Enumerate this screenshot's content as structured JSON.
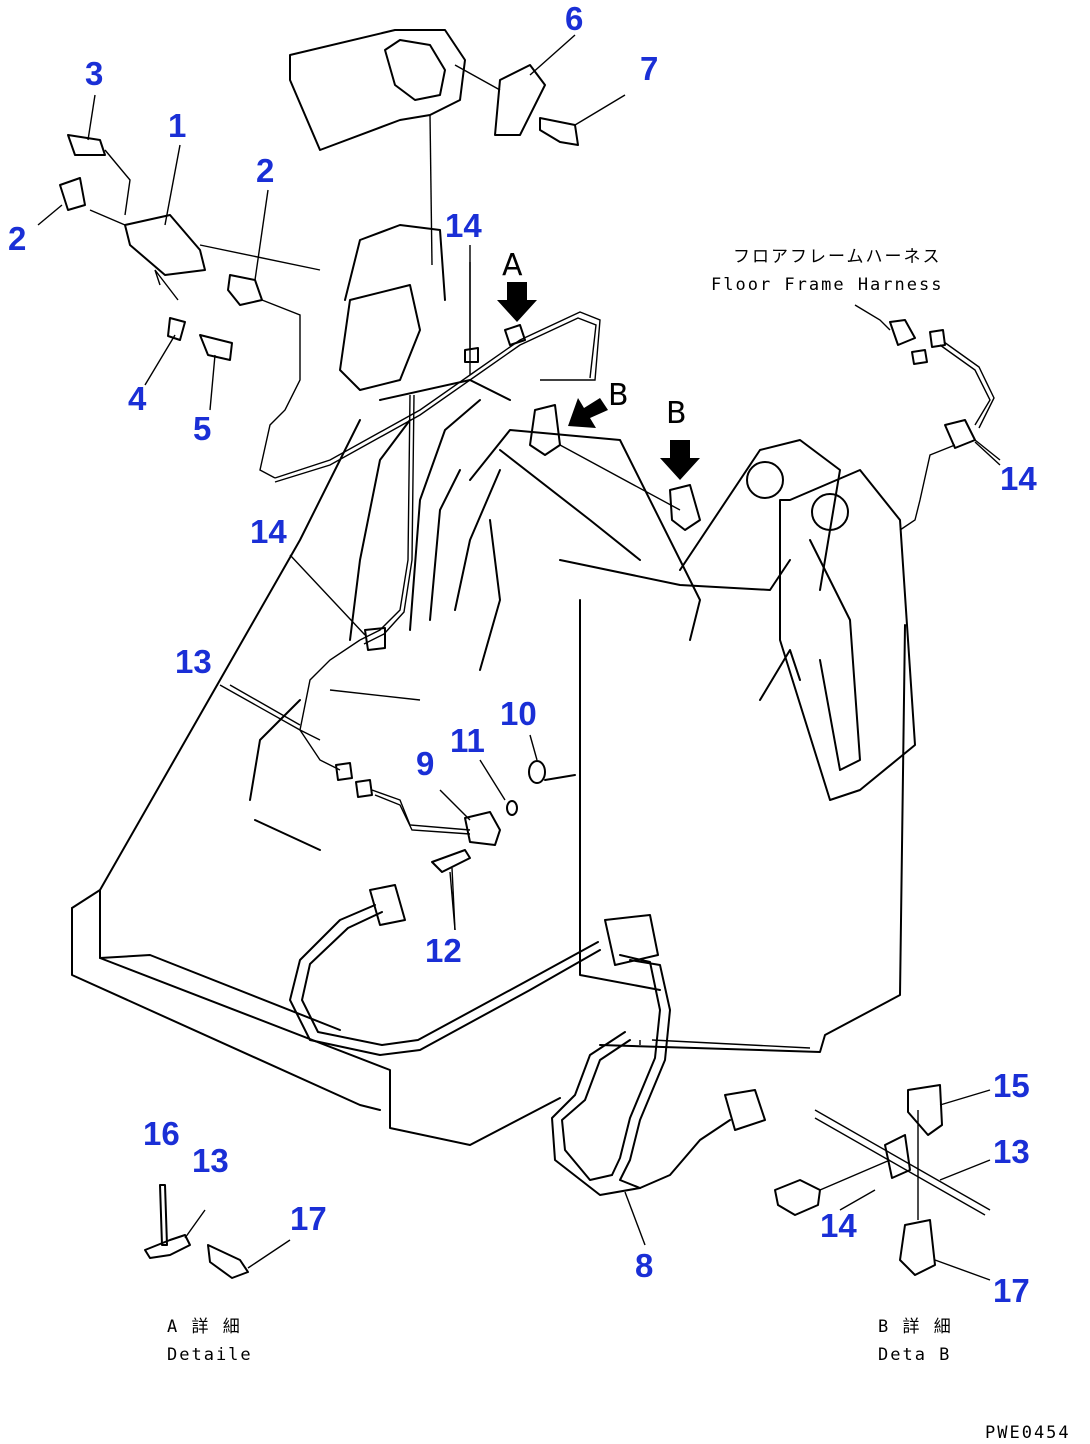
{
  "figure_code": "PWE0454",
  "callouts": [
    {
      "id": "c1",
      "text": "1"
    },
    {
      "id": "c2a",
      "text": "2"
    },
    {
      "id": "c2b",
      "text": "2"
    },
    {
      "id": "c3",
      "text": "3"
    },
    {
      "id": "c4",
      "text": "4"
    },
    {
      "id": "c5",
      "text": "5"
    },
    {
      "id": "c6",
      "text": "6"
    },
    {
      "id": "c7",
      "text": "7"
    },
    {
      "id": "c8",
      "text": "8"
    },
    {
      "id": "c9",
      "text": "9"
    },
    {
      "id": "c10",
      "text": "10"
    },
    {
      "id": "c11",
      "text": "11"
    },
    {
      "id": "c12",
      "text": "12"
    },
    {
      "id": "c13a",
      "text": "13"
    },
    {
      "id": "c13b",
      "text": "13"
    },
    {
      "id": "c13c",
      "text": "13"
    },
    {
      "id": "c14a",
      "text": "14"
    },
    {
      "id": "c14b",
      "text": "14"
    },
    {
      "id": "c14c",
      "text": "14"
    },
    {
      "id": "c14d",
      "text": "14"
    },
    {
      "id": "c15",
      "text": "15"
    },
    {
      "id": "c16",
      "text": "16"
    },
    {
      "id": "c17a",
      "text": "17"
    },
    {
      "id": "c17b",
      "text": "17"
    }
  ],
  "view_markers": {
    "a": "A",
    "b1": "B",
    "b2": "B"
  },
  "harness_label": {
    "jp": "フロアフレームハーネス",
    "en": "Floor Frame Harness"
  },
  "detail_a": {
    "jp": "A 詳 細",
    "en": "Detaile"
  },
  "detail_b": {
    "jp": "B 詳 細",
    "en": "Deta B"
  },
  "colors": {
    "callout": "#1a2fd6",
    "line": "#000000",
    "background": "#ffffff"
  }
}
